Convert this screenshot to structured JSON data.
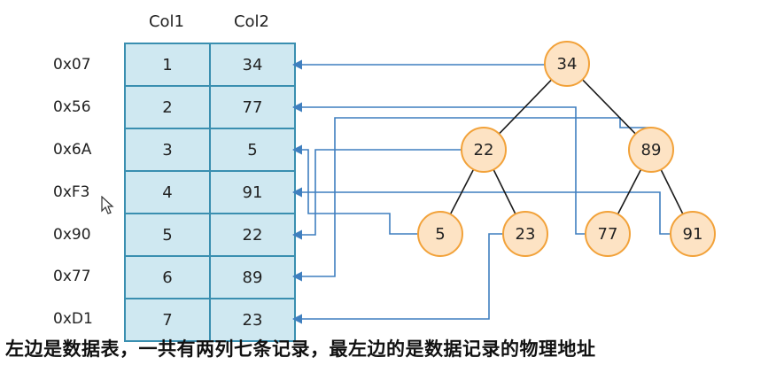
{
  "table": {
    "headers": [
      "Col1",
      "Col2"
    ],
    "addresses": [
      "0x07",
      "0x56",
      "0x6A",
      "0xF3",
      "0x90",
      "0x77",
      "0xD1"
    ],
    "rows": [
      {
        "col1": "1",
        "col2": "34"
      },
      {
        "col1": "2",
        "col2": "77"
      },
      {
        "col1": "3",
        "col2": "5"
      },
      {
        "col1": "4",
        "col2": "91"
      },
      {
        "col1": "5",
        "col2": "22"
      },
      {
        "col1": "6",
        "col2": "89"
      },
      {
        "col1": "7",
        "col2": "23"
      }
    ]
  },
  "tree": {
    "nodes": [
      {
        "id": "n34",
        "label": "34",
        "row": 1
      },
      {
        "id": "n22",
        "label": "22",
        "row": 5
      },
      {
        "id": "n89",
        "label": "89",
        "row": 6
      },
      {
        "id": "n5",
        "label": "5",
        "row": 3
      },
      {
        "id": "n23",
        "label": "23",
        "row": 7
      },
      {
        "id": "n77",
        "label": "77",
        "row": 2
      },
      {
        "id": "n91",
        "label": "91",
        "row": 4
      }
    ],
    "edges": [
      [
        "n34",
        "n22"
      ],
      [
        "n34",
        "n89"
      ],
      [
        "n22",
        "n5"
      ],
      [
        "n22",
        "n23"
      ],
      [
        "n89",
        "n77"
      ],
      [
        "n89",
        "n91"
      ]
    ]
  },
  "caption": "左边是数据表，一共有两列七条记录，最左边的是数据记录的物理地址",
  "colors": {
    "cell_fill": "#cfe8f1",
    "cell_border": "#3a8fb0",
    "node_fill": "#fde3c4",
    "node_border": "#f2a23a",
    "tree_edge": "#1a1a1a",
    "pointer_line": "#3f7fbf"
  }
}
